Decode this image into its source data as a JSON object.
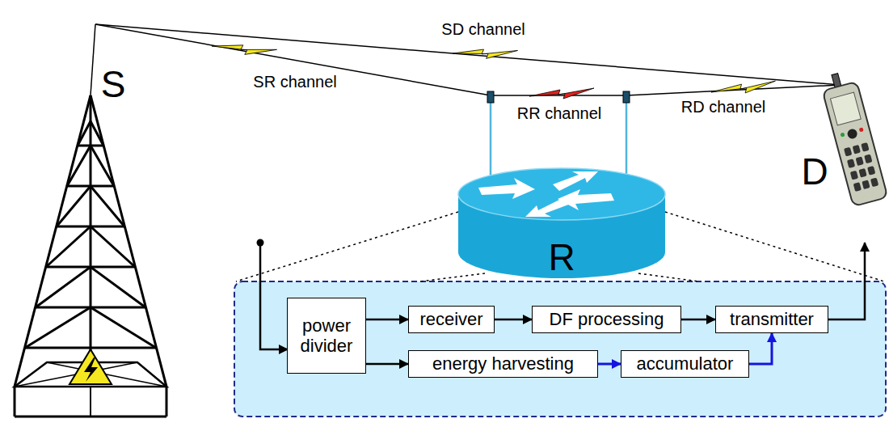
{
  "diagram": {
    "nodes": [
      {
        "text": [
          "power divider"
        ]
      },
      {
        "text": [
          "receiver"
        ]
      },
      {
        "text": [
          "DF processing"
        ]
      },
      {
        "text": [
          "transmitter"
        ]
      },
      {
        "text": [
          "energy harvesting"
        ]
      },
      {
        "text": [
          "accumulator"
        ]
      }
    ],
    "edges": [
      {
        "from": 0,
        "to": 1,
        "arrow": "to"
      },
      {
        "from": 0,
        "to": 4,
        "arrow": "to"
      },
      {
        "from": 1,
        "to": 2,
        "arrow": "to"
      },
      {
        "from": 2,
        "to": 3,
        "arrow": "to"
      },
      {
        "from": 4,
        "to": 5,
        "arrow": "to"
      },
      {
        "from": 5,
        "to": 3,
        "arrow": "to"
      }
    ],
    "labels": [
      "SD channel",
      "SR channel",
      "RR channel",
      "RD channel",
      "S",
      "R",
      "D"
    ]
  }
}
